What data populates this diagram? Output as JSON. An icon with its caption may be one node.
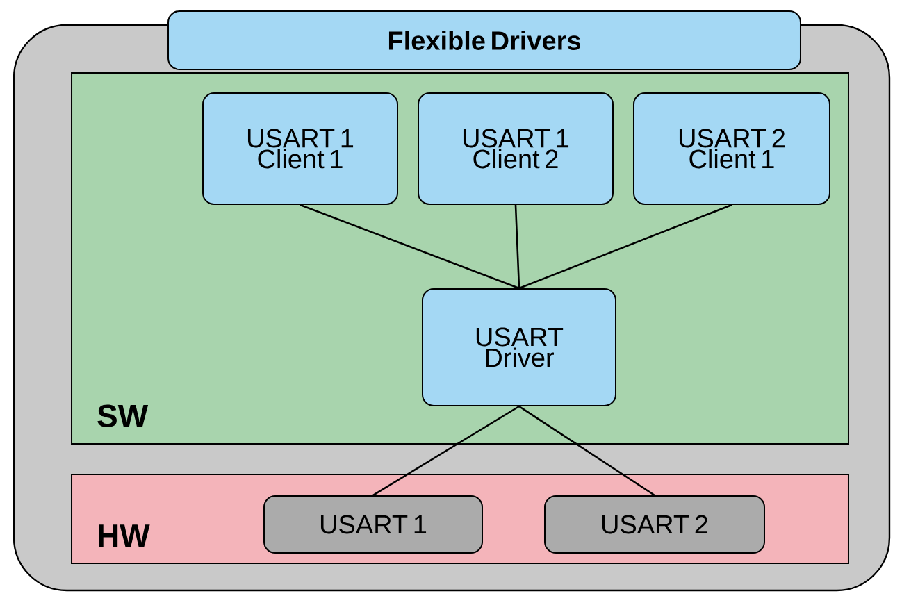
{
  "diagram": {
    "nodes": [
      {
        "text": [],
        "shape": "box"
      },
      {
        "text": [
          "Flexible Drivers"
        ]
      },
      {
        "text": [
          "SW"
        ],
        "in": 0
      },
      {
        "text": [
          "USART 1 Client 1"
        ],
        "in": 2
      },
      {
        "text": [
          "USART 1 Client 2"
        ],
        "in": 2
      },
      {
        "text": [
          "USART 2 Client 1"
        ],
        "in": 2
      },
      {
        "text": [
          "USART Driver"
        ],
        "in": 2
      },
      {
        "text": [
          "HW"
        ],
        "in": 0
      },
      {
        "text": [
          "USART 1"
        ],
        "in": 7
      },
      {
        "text": [
          "USART 2"
        ],
        "in": 7
      }
    ],
    "edges": [
      {
        "from": 3,
        "to": 6,
        "arrow": "none"
      },
      {
        "from": 4,
        "to": 6,
        "arrow": "none"
      },
      {
        "from": 5,
        "to": 6,
        "arrow": "none"
      },
      {
        "from": 6,
        "to": 8,
        "arrow": "none"
      },
      {
        "from": 6,
        "to": 9,
        "arrow": "none"
      }
    ]
  }
}
